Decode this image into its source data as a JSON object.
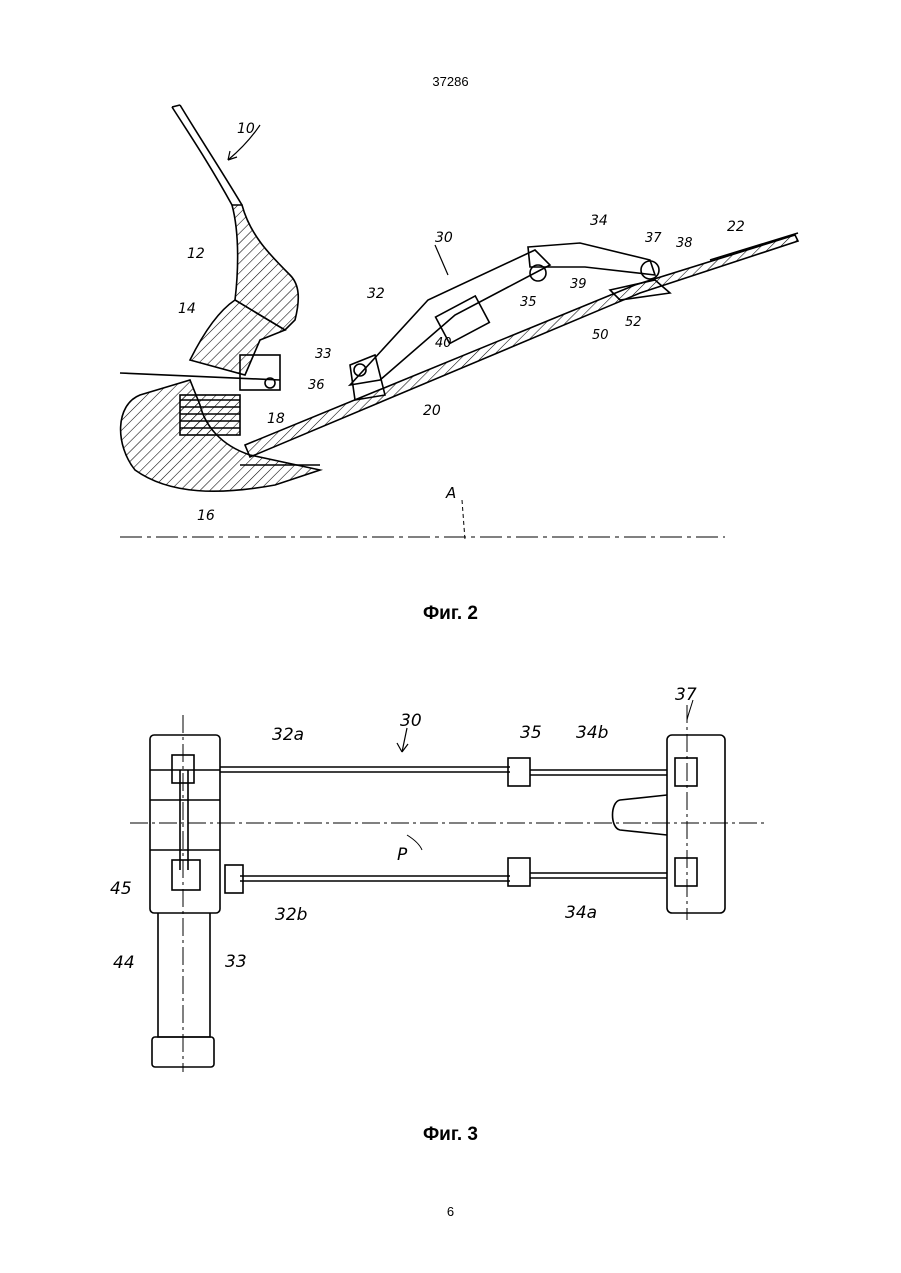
{
  "document": {
    "patent_number": "37286",
    "page_number": "6"
  },
  "figure2": {
    "caption": "Фиг. 2",
    "labels": {
      "l10": "10",
      "l12": "12",
      "l14": "14",
      "l16": "16",
      "l18": "18",
      "l20": "20",
      "l22": "22",
      "l30": "30",
      "l32": "32",
      "l33": "33",
      "l34": "34",
      "l35": "35",
      "l36": "36",
      "l37": "37",
      "l38": "38",
      "l39": "39",
      "l40": "40",
      "l50": "50",
      "l52": "52",
      "lA": "A"
    }
  },
  "figure3": {
    "caption": "Фиг. 3",
    "labels": {
      "l30": "30",
      "l32a": "32a",
      "l32b": "32b",
      "l35": "35",
      "l34a": "34a",
      "l34b": "34b",
      "l37": "37",
      "lP": "P",
      "l45": "45",
      "l44": "44",
      "l33": "33"
    }
  }
}
